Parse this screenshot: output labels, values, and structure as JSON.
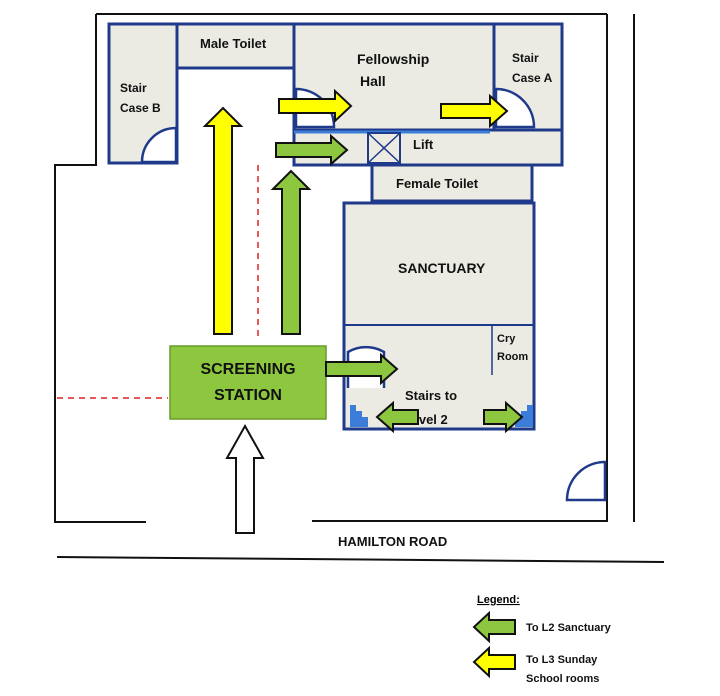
{
  "rooms": {
    "male_toilet": "Male Toilet",
    "fellowship_hall_l1": "Fellowship",
    "fellowship_hall_l2": "Hall",
    "stair_a_l1": "Stair",
    "stair_a_l2": "Case A",
    "stair_b_l1": "Stair",
    "stair_b_l2": "Case B",
    "lift": "Lift",
    "female_toilet": "Female Toilet",
    "sanctuary": "SANCTUARY",
    "cry_room_l1": "Cry",
    "cry_room_l2": "Room",
    "stairs_l1": "Stairs to",
    "stairs_l2": "level 2"
  },
  "screening": {
    "line1": "SCREENING",
    "line2": "STATION"
  },
  "road": "HAMILTON  ROAD",
  "legend": {
    "title": "Legend:",
    "items": [
      {
        "color": "#8dc63f",
        "label": "To L2 Sanctuary"
      },
      {
        "color": "#ffff00",
        "label_l1": "To L3 Sunday",
        "label_l2": "School rooms"
      }
    ]
  },
  "colors": {
    "room_fill": "#ecebe3",
    "wall": "#1f3a8a",
    "green_arrow": "#8dc63f",
    "yellow_arrow": "#ffff00",
    "screening_fill": "#8dc63f",
    "door": "#1f3a8a",
    "dashed_line": "#e02020",
    "stair_blue": "#3b7dd8"
  }
}
